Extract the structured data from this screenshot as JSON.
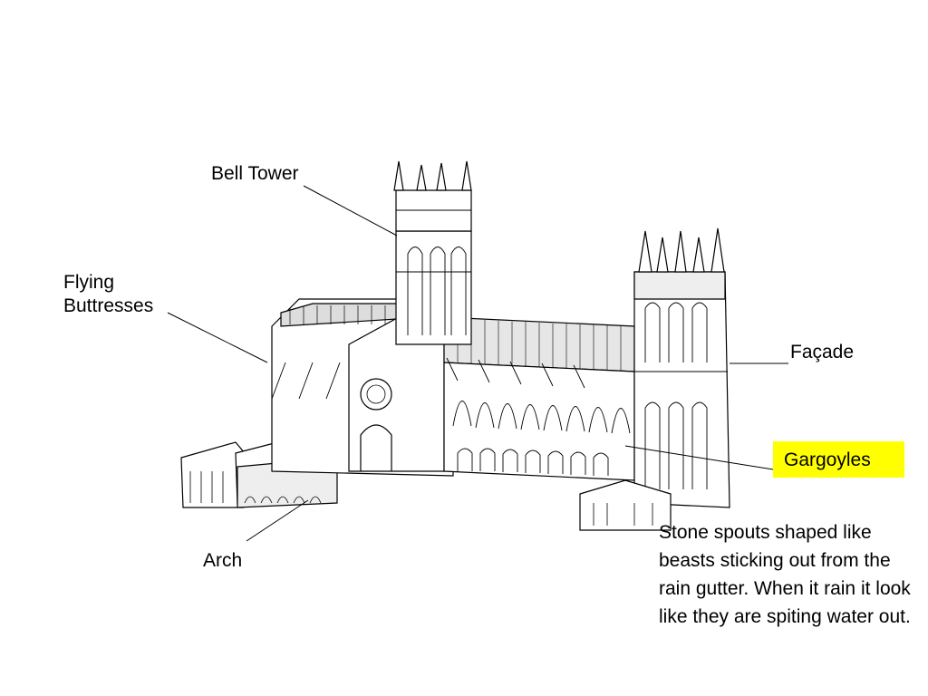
{
  "labels": {
    "bell_tower": "Bell Tower",
    "flying_buttresses_line1": "Flying",
    "flying_buttresses_line2": "Buttresses",
    "facade": "Façade",
    "gargoyles": "Gargoyles",
    "arch": "Arch"
  },
  "description": "Stone spouts shaped like beasts sticking out from the rain gutter. When it rain it look like they are spiting water out.",
  "colors": {
    "highlight": "#ffff00",
    "ink": "#000000",
    "background": "#ffffff"
  }
}
